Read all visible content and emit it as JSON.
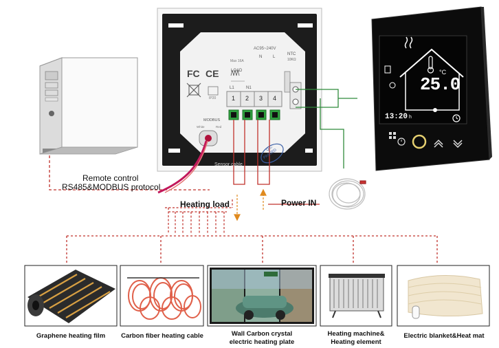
{
  "labels": {
    "remote_control": "Remote control",
    "protocol": "RS485&MODBUS protocol",
    "heating_load": "Heating load",
    "power_in": "Power IN"
  },
  "back_panel": {
    "voltage": "AC95~240V",
    "max_load": "Max 16A",
    "load": "LOAD",
    "l1": "L1",
    "n1": "N1",
    "n": "N",
    "l": "L",
    "ntc": "NTC",
    "ntc_sub": "10KΩ",
    "terminals": [
      "1",
      "2",
      "3",
      "4"
    ],
    "modbus": "MODBUS",
    "wire_white": "White",
    "wire_red": "Red",
    "ip_rating": "IP20",
    "qc_stamp_1": "Q.C",
    "qc_stamp_2": "PASSED",
    "sensor_cable": "Sensor cable"
  },
  "thermostat": {
    "temperature": "25.0",
    "unit": "°C",
    "time": "13:20",
    "time_suffix": "h"
  },
  "products": [
    {
      "caption": "Graphene heating film"
    },
    {
      "caption": "Carbon fiber heating cable"
    },
    {
      "caption": "Wall Carbon crystal\nelectric heating plate"
    },
    {
      "caption": "Heating machine&\nHeating element"
    },
    {
      "caption": "Electric blanket&Heat mat"
    }
  ],
  "colors": {
    "wire_red": "#c0312b",
    "wire_green": "#2f8a3b",
    "arrow_orange": "#e08a1e",
    "panel_black": "#1a1a1a",
    "terminal_green": "#2fa13f"
  }
}
